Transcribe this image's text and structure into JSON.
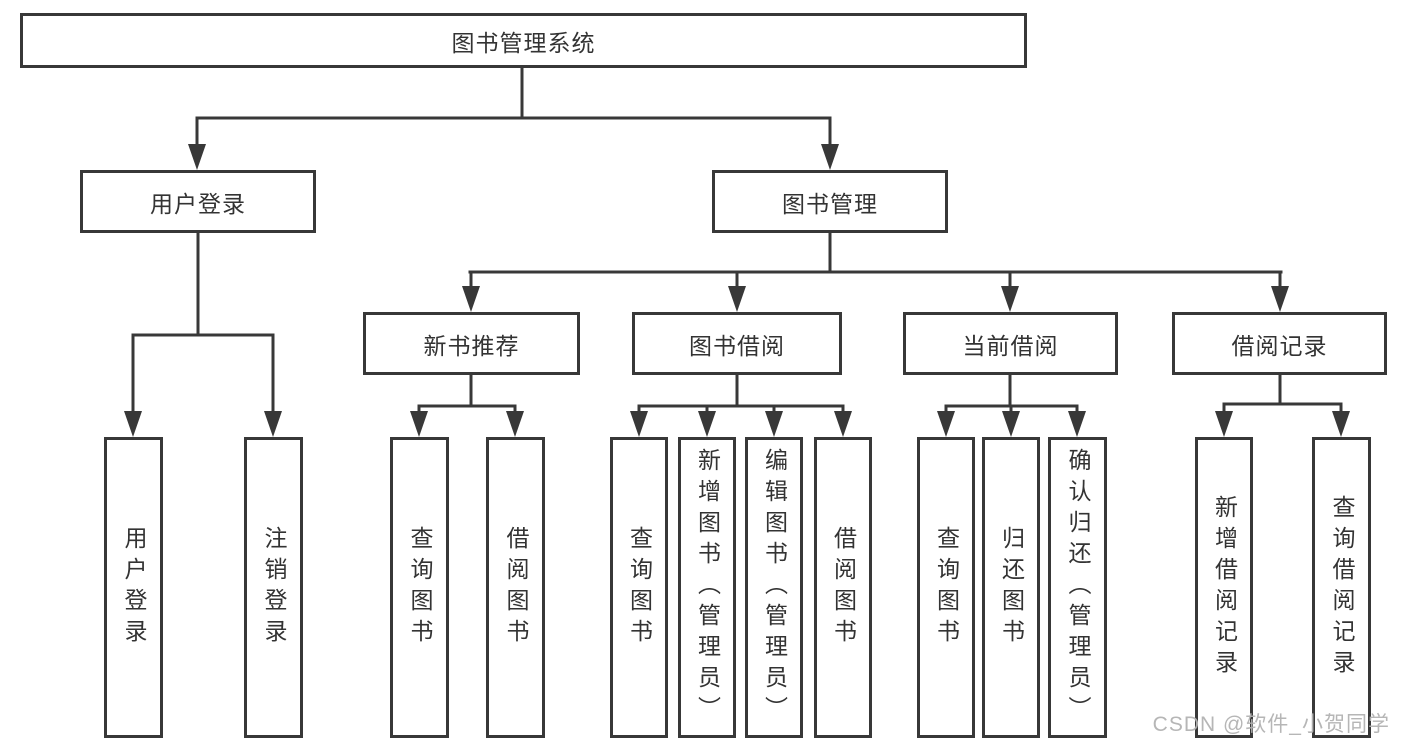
{
  "colors": {
    "line": "#383838",
    "text": "#333333",
    "background": "#ffffff",
    "watermark": "#b2b2b2"
  },
  "watermark": {
    "text": "CSDN @软件_小贺同学"
  },
  "tree": {
    "label": "图书管理系统",
    "children": [
      {
        "label": "用户登录",
        "children": [
          {
            "label": "用户登录"
          },
          {
            "label": "注销登录"
          }
        ]
      },
      {
        "label": "图书管理",
        "children": [
          {
            "label": "新书推荐",
            "children": [
              {
                "label": "查询图书"
              },
              {
                "label": "借阅图书"
              }
            ]
          },
          {
            "label": "图书借阅",
            "children": [
              {
                "label": "查询图书"
              },
              {
                "label": "新增图书（管理员）"
              },
              {
                "label": "编辑图书（管理员）"
              },
              {
                "label": "借阅图书"
              }
            ]
          },
          {
            "label": "当前借阅",
            "children": [
              {
                "label": "查询图书"
              },
              {
                "label": "归还图书"
              },
              {
                "label": "确认归还（管理员）"
              }
            ]
          },
          {
            "label": "借阅记录",
            "children": [
              {
                "label": "新增借阅记录"
              },
              {
                "label": "查询借阅记录"
              }
            ]
          }
        ]
      }
    ]
  }
}
